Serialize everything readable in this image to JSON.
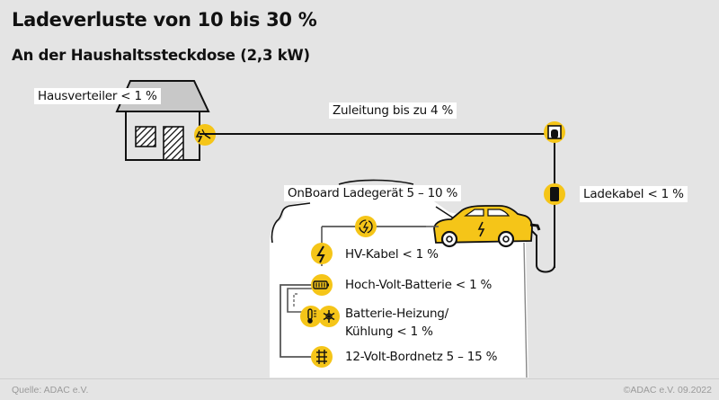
{
  "header": {
    "title": "Ladeverluste von 10 bis 30 %",
    "subtitle": "An der Haushaltssteckdose (2,3 kW)"
  },
  "labels": {
    "hausverteiler": "Hausverteiler < 1 %",
    "zuleitung": "Zuleitung bis zu 4 %",
    "ladekabel": "Ladekabel < 1 %",
    "onboard": "OnBoard Ladegerät 5 – 10 %"
  },
  "car_components": [
    {
      "label": "HV-Kabel < 1 %",
      "icon": "lightning-icon"
    },
    {
      "label": "Hoch-Volt-Batterie < 1 %",
      "icon": "battery-icon"
    },
    {
      "label": "Batterie-Heizung/",
      "label_line2": "Kühlung < 1 %",
      "icon": "thermometer-snowflake-icon"
    },
    {
      "label": "12-Volt-Bordnetz 5 – 15 %",
      "icon": "circuit-icon"
    }
  ],
  "footer": {
    "source": "Quelle: ADAC e.V.",
    "copyright": "©ADAC e.V.  09.2022"
  },
  "colors": {
    "background": "#e4e4e4",
    "accent_yellow": "#f5c518",
    "roof_gray": "#c8c8c8",
    "line": "#111111"
  }
}
